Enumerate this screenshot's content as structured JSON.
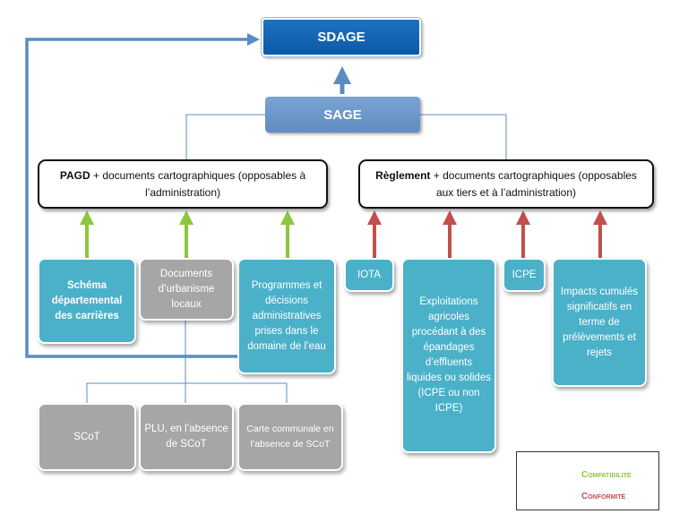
{
  "nodes": {
    "sdage": "SDAGE",
    "sage": "SAGE",
    "pagd": {
      "bold": "PAGD",
      "rest": " + documents cartographiques (opposables à l’administration)"
    },
    "reglement": {
      "bold": "Règlement",
      "rest": " + documents cartographiques (opposables aux tiers et à l’administration)"
    },
    "schema": "Schéma départemental des carrières",
    "documents_urbanisme": "Documents d’urbanisme locaux",
    "programmes": "Programmes et décisions administratives prises dans le domaine de l’eau",
    "iota": "IOTA",
    "exploitations": "Exploitations agricoles procédant à des épandages d’effluents liquides ou solides (ICPE ou non ICPE)",
    "icpe": "ICPE",
    "impacts": "Impacts cumulés significatifs en terme de prélèvements et rejets",
    "scot": "SCoT",
    "plu": "PLU, en l’absence de SCoT",
    "carte": "Carte communale en l’absence de SCoT"
  },
  "legend": {
    "compatibilite": {
      "label": "Compatibilité",
      "color": "#8dc63f"
    },
    "conformite": {
      "label": "Conformité",
      "color": "#c0504d"
    }
  },
  "colors": {
    "teal": "#4ab1c9",
    "grey": "#a6a6a6",
    "sdage": "#0b5aa8",
    "sage": "#6a96c8",
    "line_blue": "#5a8cc3"
  }
}
